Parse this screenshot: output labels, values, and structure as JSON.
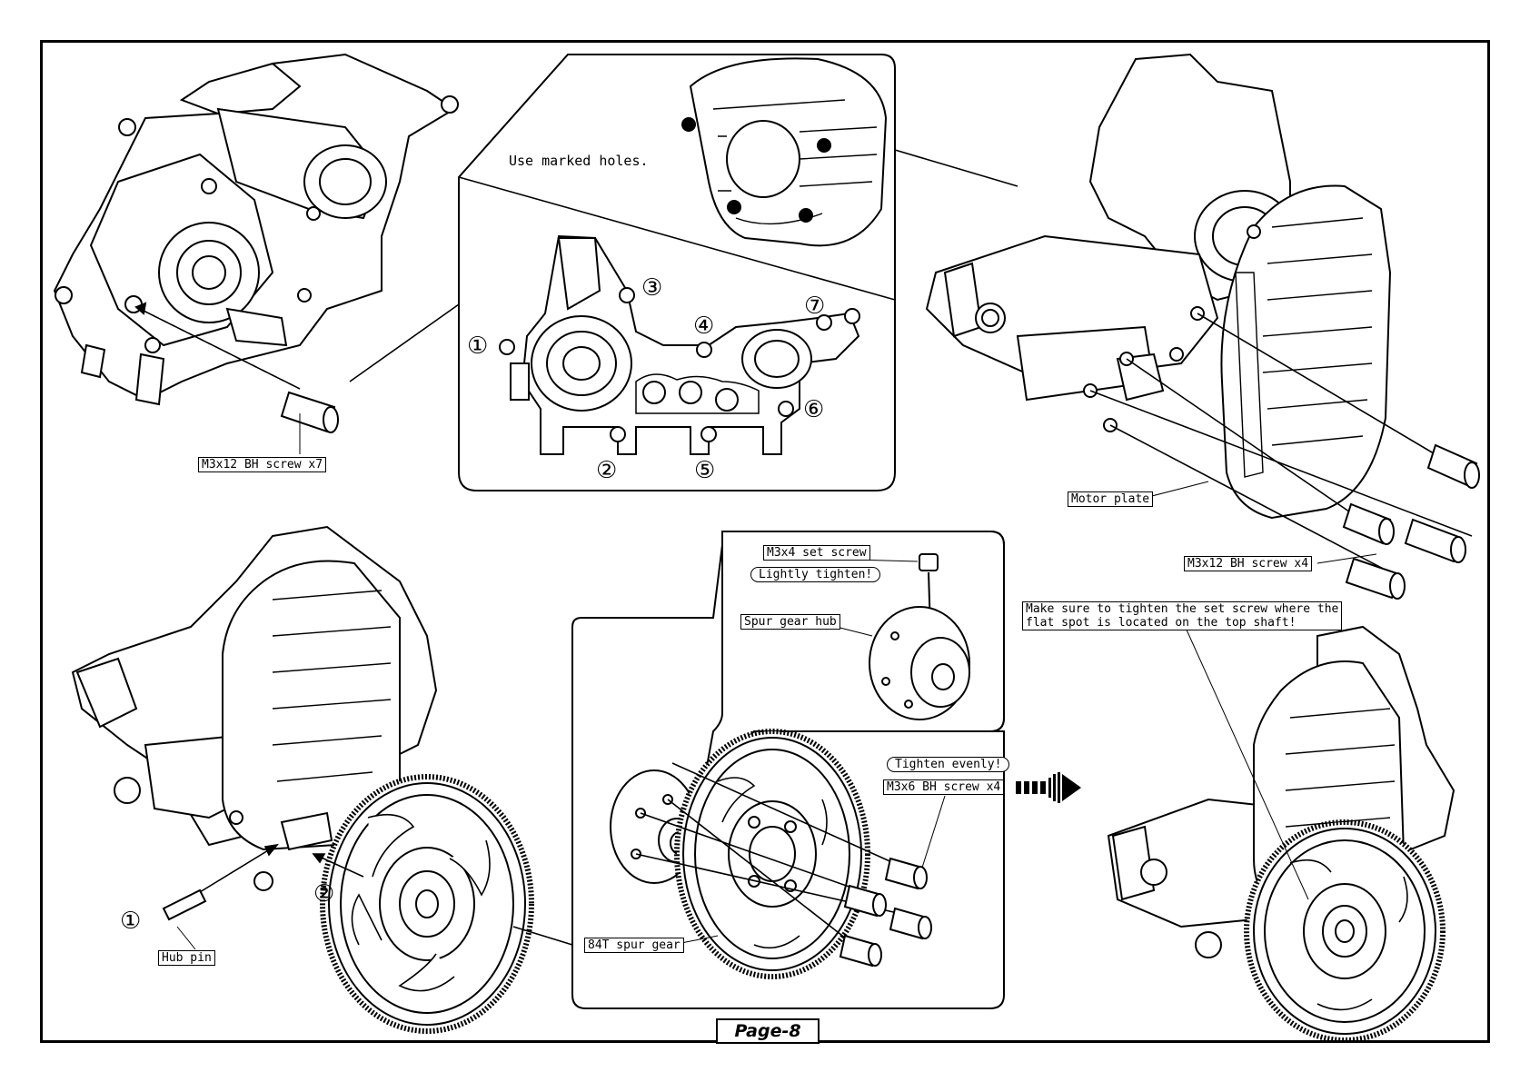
{
  "page_label": "Page-8",
  "step_top": {
    "screw_callout": "M3x12 BH screw x7",
    "inset_note": "Use marked holes.",
    "hole_numbers": [
      "①",
      "②",
      "③",
      "④",
      "⑤",
      "⑥",
      "⑦"
    ]
  },
  "step_top_right": {
    "motor_plate_label": "Motor plate",
    "screw_callout": "M3x12 BH screw x4"
  },
  "step_bottom_left": {
    "hub_pin_label": "Hub pin",
    "sequence_numbers": [
      "①",
      "②"
    ]
  },
  "gear_inset": {
    "set_screw_label": "M3x4 set screw",
    "lightly_tighten": "Lightly tighten!",
    "spur_hub_label": "Spur gear hub",
    "tighten_evenly": "Tighten evenly!",
    "screw_callout": "M3x6 BH screw x4",
    "spur_gear_label": "84T spur gear"
  },
  "result_note": "Make sure to tighten the set screw where the\nflat spot is located on the top shaft!"
}
